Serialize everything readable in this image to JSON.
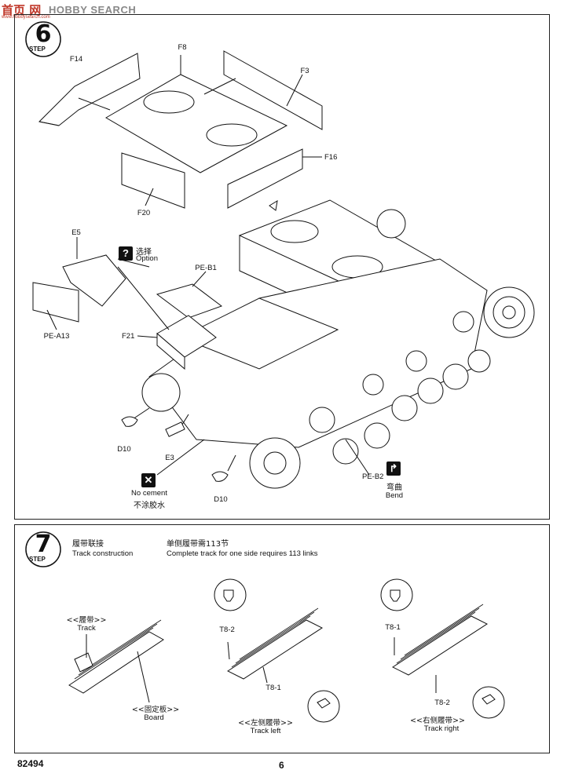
{
  "watermark": {
    "left": "首页 网",
    "search": "HOBBY SEARCH",
    "sub": "www.hobbysearch.com"
  },
  "page": {
    "number": "6",
    "catalog": "82494"
  },
  "step6": {
    "number": "6",
    "word": "STEP",
    "labels": {
      "f14": "F14",
      "f8": "F8",
      "f3": "F3",
      "f16": "F16",
      "f20": "F20",
      "e5": "E5",
      "pe_a13": "PE-A13",
      "pe_b1": "PE-B1",
      "f21": "F21",
      "d10_left": "D10",
      "e3": "E3",
      "d10_right": "D10",
      "pe_b2": "PE-B2"
    },
    "option": {
      "cn": "选择",
      "en": "Option"
    },
    "no_cement": {
      "en": "No cement",
      "cn": "不涂胶水"
    },
    "bend": {
      "cn": "弯曲",
      "en": "Bend"
    }
  },
  "step7": {
    "number": "7",
    "word": "STEP",
    "title_cn": "履带联接",
    "title_en": "Track construction",
    "note_cn": "单侧履带需113节",
    "note_en": "Complete track for one side requires 113 links",
    "track": {
      "cn": "<<履带>>",
      "en": "Track"
    },
    "board": {
      "cn": "<<固定板>>",
      "en": "Board"
    },
    "left": {
      "cn": "<<左侧履带>>",
      "en": "Track left",
      "pin_top": "T8-2",
      "pin_bottom": "T8-1"
    },
    "right": {
      "cn": "<<右侧履带>>",
      "en": "Track right",
      "pin_top": "T8-1",
      "pin_bottom": "T8-2"
    }
  }
}
